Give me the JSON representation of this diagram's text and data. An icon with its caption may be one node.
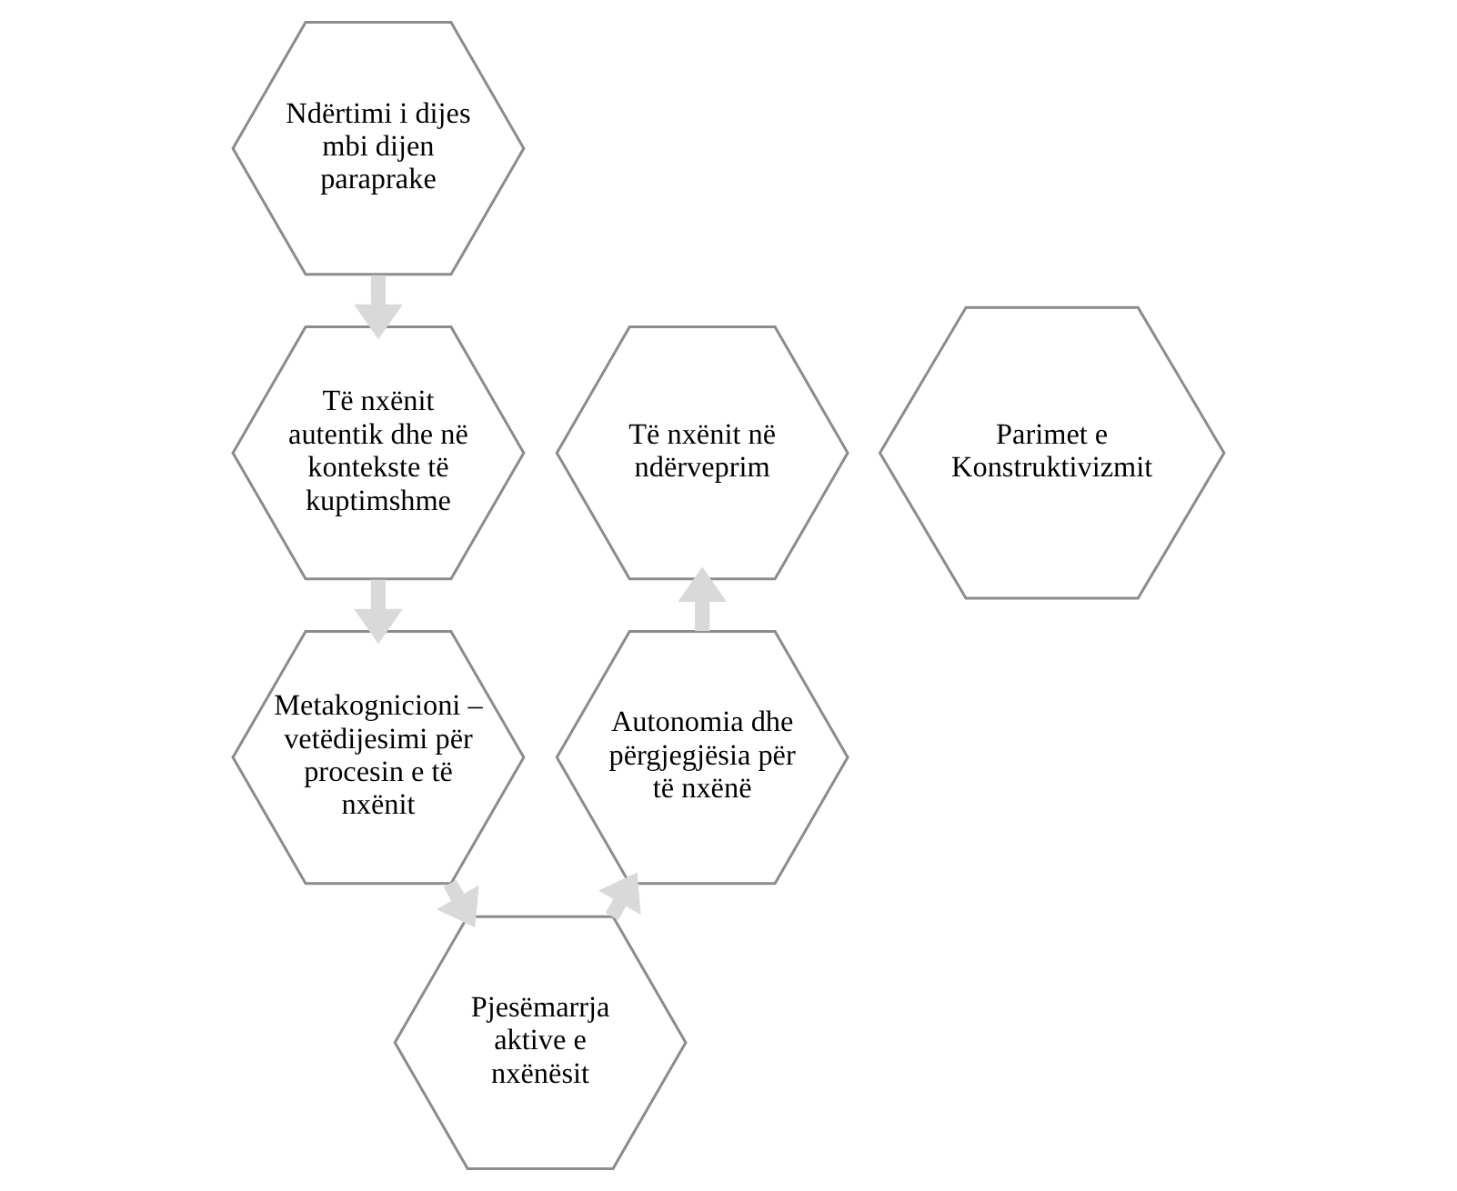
{
  "diagram": {
    "nodes": [
      {
        "text": [
          "Ndërtimi i dijes mbi dijen paraprake"
        ]
      },
      {
        "text": [
          "Të nxënit në ndërveprim"
        ]
      },
      {
        "text": [
          "Të nxënit autentik dhe në kontekste të kuptimshme"
        ]
      },
      {
        "text": [
          "Parimet e Konstruktivizmit"
        ]
      },
      {
        "text": [
          "Autonomia dhe përgjegjësia për të nxënë"
        ]
      },
      {
        "text": [
          "Metakognicioni – vetëdijesimi për procesin e të nxënit"
        ]
      },
      {
        "text": [
          "Pjesëmarrja aktive e nxënësit"
        ]
      }
    ],
    "edges": [
      {
        "from": 0,
        "to": 2,
        "arrow": "to"
      },
      {
        "from": 2,
        "to": 5,
        "arrow": "to"
      },
      {
        "from": 5,
        "to": 6,
        "arrow": "to"
      },
      {
        "from": 6,
        "to": 4,
        "arrow": "to"
      },
      {
        "from": 4,
        "to": 1,
        "arrow": "to"
      }
    ]
  }
}
